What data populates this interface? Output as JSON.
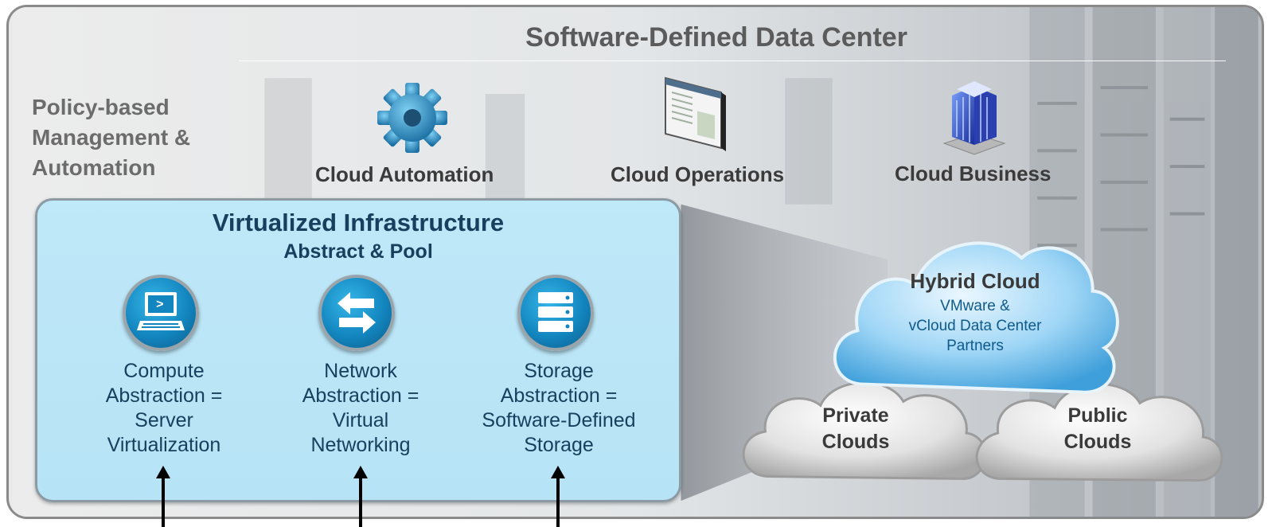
{
  "title": "Software-Defined Data Center",
  "policy": {
    "line1": "Policy-based",
    "line2": "Management &",
    "line3": "Automation"
  },
  "pillars": [
    {
      "label": "Cloud Automation",
      "icon": "gear-icon"
    },
    {
      "label": "Cloud Operations",
      "icon": "dashboard-panel-icon"
    },
    {
      "label": "Cloud Business",
      "icon": "building-icon"
    }
  ],
  "virtualized": {
    "title": "Virtualized Infrastructure",
    "subtitle": "Abstract & Pool",
    "items": [
      {
        "icon": "laptop-terminal-icon",
        "line1": "Compute",
        "line2": "Abstraction =",
        "line3": "Server",
        "line4": "Virtualization"
      },
      {
        "icon": "exchange-arrows-icon",
        "line1": "Network",
        "line2": "Abstraction =",
        "line3": "Virtual",
        "line4": "Networking"
      },
      {
        "icon": "storage-stack-icon",
        "line1": "Storage",
        "line2": "Abstraction =",
        "line3": "Software-Defined",
        "line4": "Storage"
      }
    ]
  },
  "clouds": {
    "hybrid": {
      "title": "Hybrid Cloud",
      "line1": "VMware &",
      "line2": "vCloud  Data Center",
      "line3": "Partners"
    },
    "private": {
      "line1": "Private",
      "line2": "Clouds"
    },
    "public": {
      "line1": "Public",
      "line2": "Clouds"
    }
  },
  "colors": {
    "panel": "#bfe8f8",
    "accent": "#17405e",
    "icon_blue": "#1386bf"
  }
}
